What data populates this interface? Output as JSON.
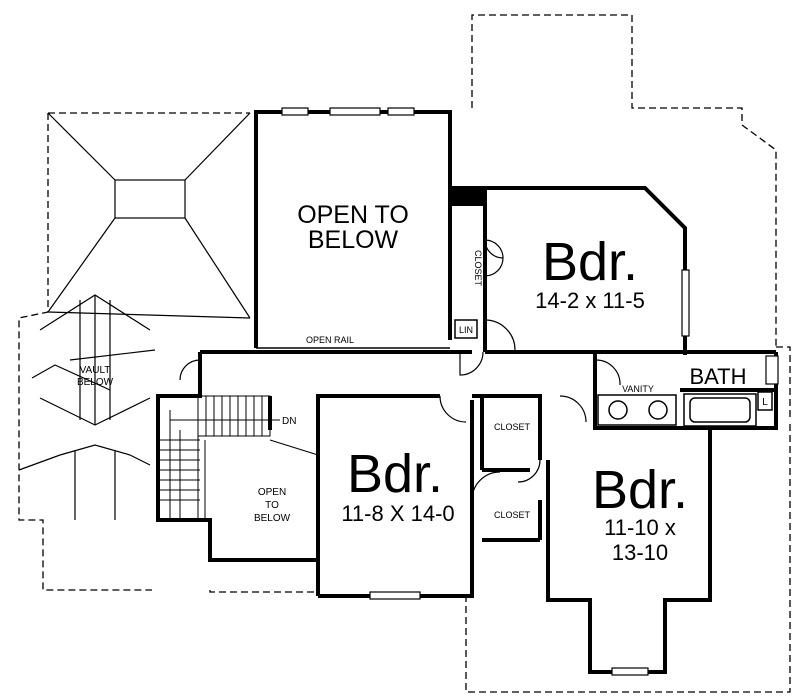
{
  "labels": {
    "open_to_below_upper_1": "OPEN TO",
    "open_to_below_upper_2": "BELOW",
    "open_rail": "OPEN RAIL",
    "vault_below_1": "VAULT",
    "vault_below_2": "BELOW",
    "open_to_below_lower_1": "OPEN",
    "open_to_below_lower_2": "TO",
    "open_to_below_lower_3": "BELOW",
    "down": "DN",
    "closet_vertical": "CLOSET",
    "linen": "LIN",
    "vanity": "VANITY",
    "bath": "BATH",
    "laundry": "L",
    "closet_small_1": "CLOSET",
    "closet_small_2": "CLOSET"
  },
  "rooms": [
    {
      "name": "Bdr.",
      "size": "14-2 x 11-5"
    },
    {
      "name": "Bdr.",
      "size": "11-8 X 14-0"
    },
    {
      "name": "Bdr.",
      "size_line1": "11-10 x",
      "size_line2": "13-10"
    }
  ]
}
